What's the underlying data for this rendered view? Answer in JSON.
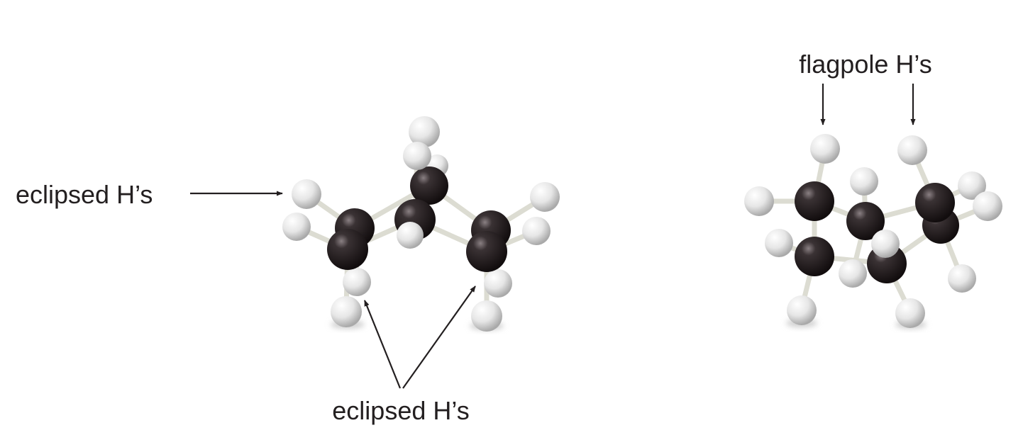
{
  "labels": {
    "eclipsed_left": "eclipsed H’s",
    "eclipsed_bottom": "eclipsed H’s",
    "flagpole": "flagpole H’s"
  },
  "colors": {
    "carbon": "#231f20",
    "hydrogen": "#e8e8e8",
    "bond": "#dcdcd2",
    "text": "#231f20"
  }
}
